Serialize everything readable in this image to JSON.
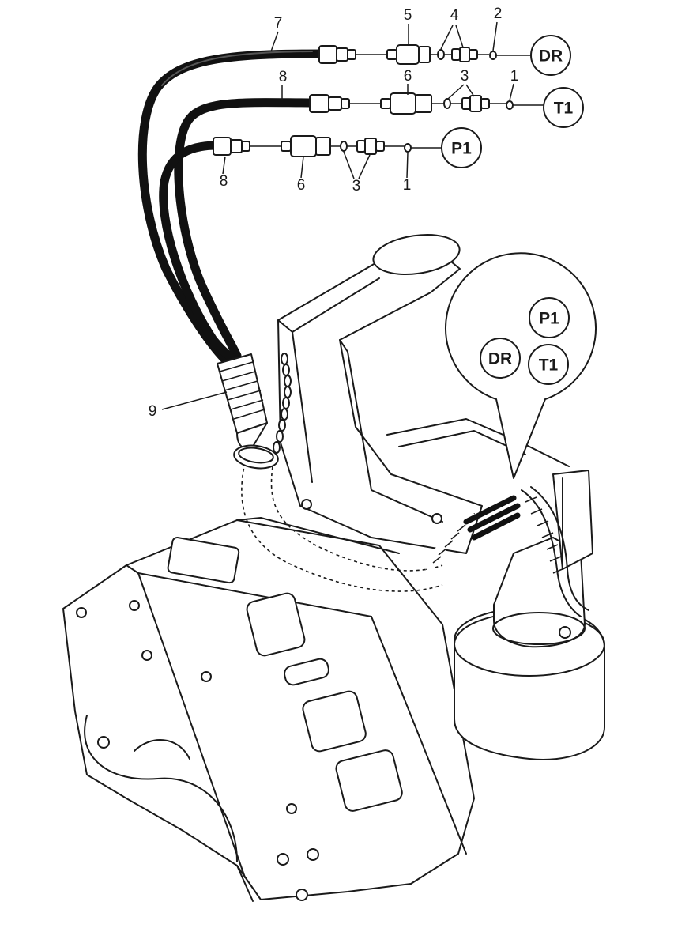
{
  "callouts": {
    "n7": "7",
    "n5": "5",
    "n4": "4",
    "n2": "2",
    "n8_top": "8",
    "n6_mid": "6",
    "n3_mid": "3",
    "n1_mid": "1",
    "n8_low": "8",
    "n6_low": "6",
    "n3_low": "3",
    "n1_low": "1",
    "n9": "9"
  },
  "ports": {
    "dr": "DR",
    "t1": "T1",
    "p1": "P1"
  },
  "detail_ports": {
    "p1": "P1",
    "dr": "DR",
    "t1": "T1"
  }
}
